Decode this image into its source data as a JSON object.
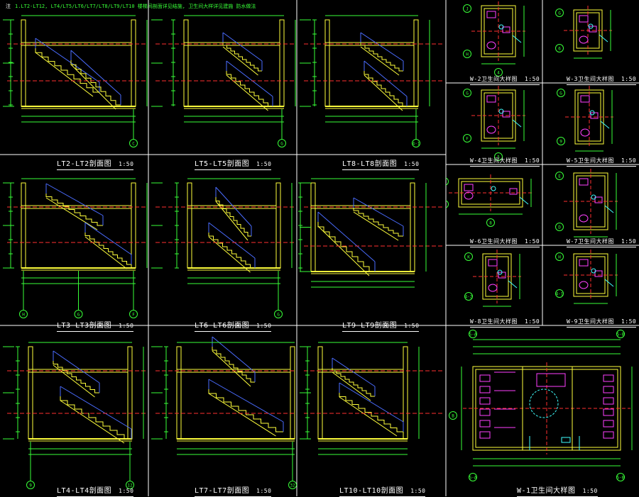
{
  "header": {
    "lead": "注",
    "note": "1.LT2-LT12, LT4/LT5/LT6/LT7/LT8/LT9/LT10 楼梯间剖面详见结施, 卫生间大样详见建施 防水做法"
  },
  "colors": {
    "wall": "#ffff3c",
    "axis": "#ff3030",
    "dim": "#38ff38",
    "rail": "#4a6cff",
    "fixture": "#ff40ff",
    "door": "#40ffff",
    "text": "#ffffff",
    "grid": "#ffffff"
  },
  "sections": [
    {
      "id": "lt2",
      "title": "LT2-LT2剖面图",
      "scale": "1:50",
      "axes": [
        "C"
      ]
    },
    {
      "id": "lt5",
      "title": "LT5-LT5剖面图",
      "scale": "1:50",
      "axes": [
        "G"
      ]
    },
    {
      "id": "lt8",
      "title": "LT8-LT8剖面图",
      "scale": "1:50",
      "axes": [
        "4-1"
      ]
    },
    {
      "id": "lt3",
      "title": "LT3-LT3剖面图",
      "scale": "1:50",
      "axes": [
        "H",
        "G",
        "F"
      ]
    },
    {
      "id": "lt6",
      "title": "LT6-LT6剖面图",
      "scale": "1:50",
      "axes": [
        "G"
      ]
    },
    {
      "id": "lt9",
      "title": "LT9-LT9剖面图",
      "scale": "1:50",
      "axes": []
    },
    {
      "id": "lt4",
      "title": "LT4-LT4剖面图",
      "scale": "1:50",
      "axes": [
        "9",
        "12"
      ]
    },
    {
      "id": "lt7",
      "title": "LT7-LT7剖面图",
      "scale": "1:50",
      "axes": [
        "32"
      ]
    },
    {
      "id": "lt10",
      "title": "LT10-LT10剖面图",
      "scale": "1:50",
      "axes": []
    }
  ],
  "toilets": [
    {
      "id": "w2",
      "title": "W-2卫生间大样图",
      "scale": "1:50",
      "axes": [
        "J",
        "H",
        "4"
      ]
    },
    {
      "id": "w3",
      "title": "W-3卫生间大样图",
      "scale": "1:50",
      "axes": [
        "G",
        "6"
      ]
    },
    {
      "id": "w4",
      "title": "W-4卫生间大样图",
      "scale": "1:50",
      "axes": [
        "G",
        "F",
        "5"
      ]
    },
    {
      "id": "w5",
      "title": "W-5卫生间大样图",
      "scale": "1:50",
      "axes": [
        "G",
        "9"
      ]
    },
    {
      "id": "w6",
      "title": "W-6卫生间大样图",
      "scale": "1:50",
      "axes": [
        "C",
        "B",
        "8"
      ]
    },
    {
      "id": "w7",
      "title": "W-7卫生间大样图",
      "scale": "1:50",
      "axes": [
        "E",
        "D"
      ]
    },
    {
      "id": "w8",
      "title": "W-8卫生间大样图",
      "scale": "1:50",
      "axes": [
        "K",
        "4-2"
      ]
    },
    {
      "id": "w9",
      "title": "W-9卫生间大样图",
      "scale": "1:50",
      "axes": [
        "H",
        "4-1"
      ]
    },
    {
      "id": "w1",
      "title": "W-1卫生间大样图",
      "scale": "1:50",
      "axes": [
        "S-A",
        "S-B",
        "S-A",
        "S-B"
      ]
    }
  ]
}
